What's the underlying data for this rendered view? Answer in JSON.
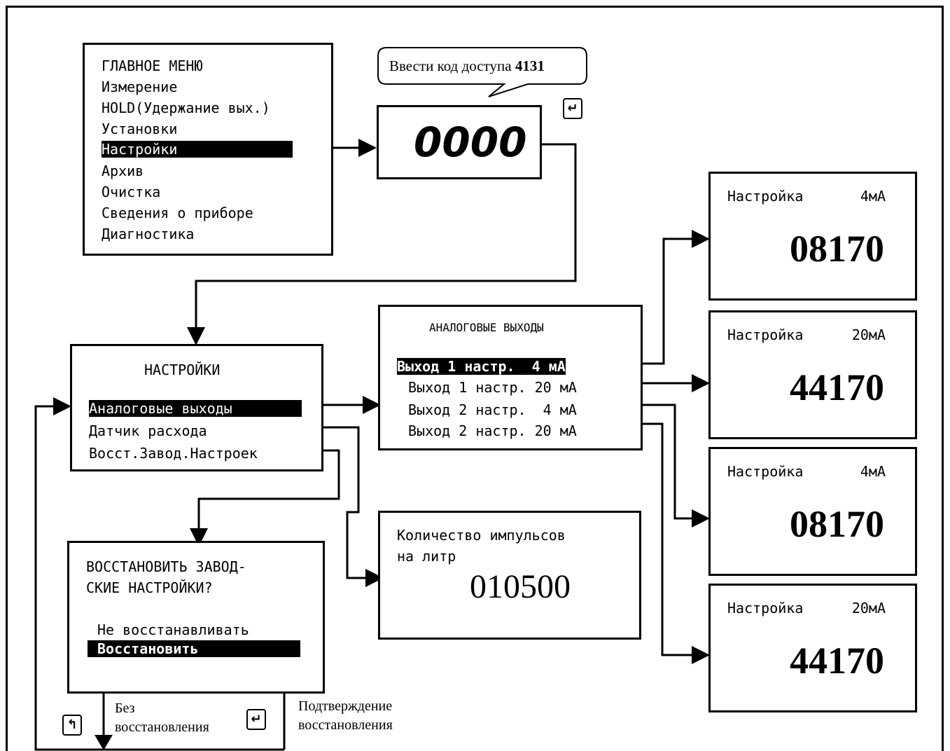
{
  "main_menu": {
    "title": "ГЛАВНОЕ МЕНЮ",
    "items": [
      "Измерение",
      "HOLD(Удержание вых.)",
      "Установки",
      "Настройки",
      "Архив",
      "Очистка",
      "Сведения о приборе",
      "Диагностика"
    ],
    "selected_index": 3
  },
  "access_code": {
    "callout_prefix": "Ввести код доступа",
    "callout_code": "4131",
    "display_value": "0000",
    "enter_key_icon": "enter-key-icon"
  },
  "settings_menu": {
    "title": "НАСТРОЙКИ",
    "items": [
      "Аналоговые выходы",
      "Датчик расхода",
      "Восст.Завод.Настроек"
    ],
    "selected_index": 0
  },
  "analog_outputs": {
    "title": "АНАЛОГОВЫЕ ВЫХОДЫ",
    "items": [
      "Выход 1 настр.  4 мА",
      "Выход 1 настр. 20 мА",
      "Выход 2 настр.  4 мА",
      "Выход 2 настр. 20 мА"
    ],
    "selected_index": 0
  },
  "calibration_panels": [
    {
      "label": "Настройка",
      "current": "4мА",
      "value": "08170"
    },
    {
      "label": "Настройка",
      "current": "20мА",
      "value": "44170"
    },
    {
      "label": "Настройка",
      "current": "4мА",
      "value": "08170"
    },
    {
      "label": "Настройка",
      "current": "20мА",
      "value": "44170"
    }
  ],
  "flow_sensor": {
    "line1": "Количество импульсов",
    "line2": "на литр",
    "value": "010500"
  },
  "restore_dialog": {
    "line1": "ВОССТАНОВИТЬ ЗАВОД-",
    "line2": "СКИЕ НАСТРОЙКИ?",
    "option_no": "Не восстанавливать",
    "option_yes": "Восстановить",
    "selected_index": 1
  },
  "footer": {
    "back_key_icon": "back-key-icon",
    "back_label_1": "Без",
    "back_label_2": "восстановления",
    "enter_key_icon": "enter-key-icon",
    "confirm_label_1": "Подтверждение",
    "confirm_label_2": "восстановления"
  }
}
